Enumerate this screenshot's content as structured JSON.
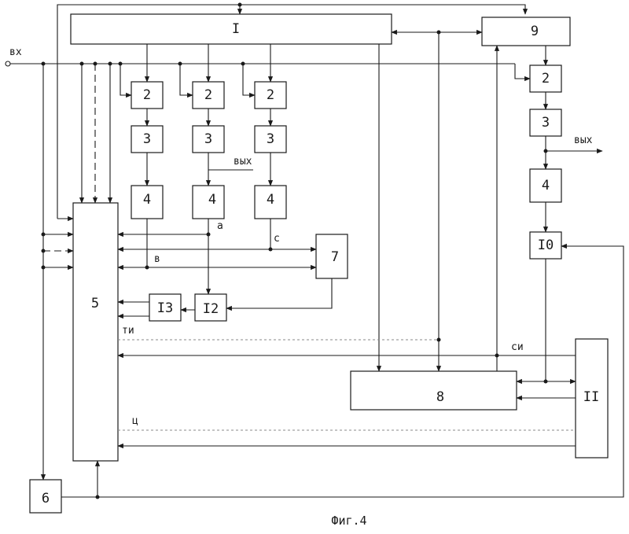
{
  "blocks": {
    "b1": "I",
    "b9": "9",
    "b2a": "2",
    "b2b": "2",
    "b2c": "2",
    "b2d": "2",
    "b3a": "3",
    "b3b": "3",
    "b3c": "3",
    "b3d": "3",
    "b4a": "4",
    "b4b": "4",
    "b4c": "4",
    "b4d": "4",
    "b5": "5",
    "b6": "6",
    "b7": "7",
    "b8": "8",
    "b10": "I0",
    "b11": "II",
    "b12": "I2",
    "b13": "I3"
  },
  "signals": {
    "input": "вх",
    "output_middle": "вых",
    "output_right": "вых",
    "a": "а",
    "v": "в",
    "s": "с",
    "ti": "ти",
    "si": "си",
    "ts": "ц"
  },
  "caption": "Фиг.4"
}
